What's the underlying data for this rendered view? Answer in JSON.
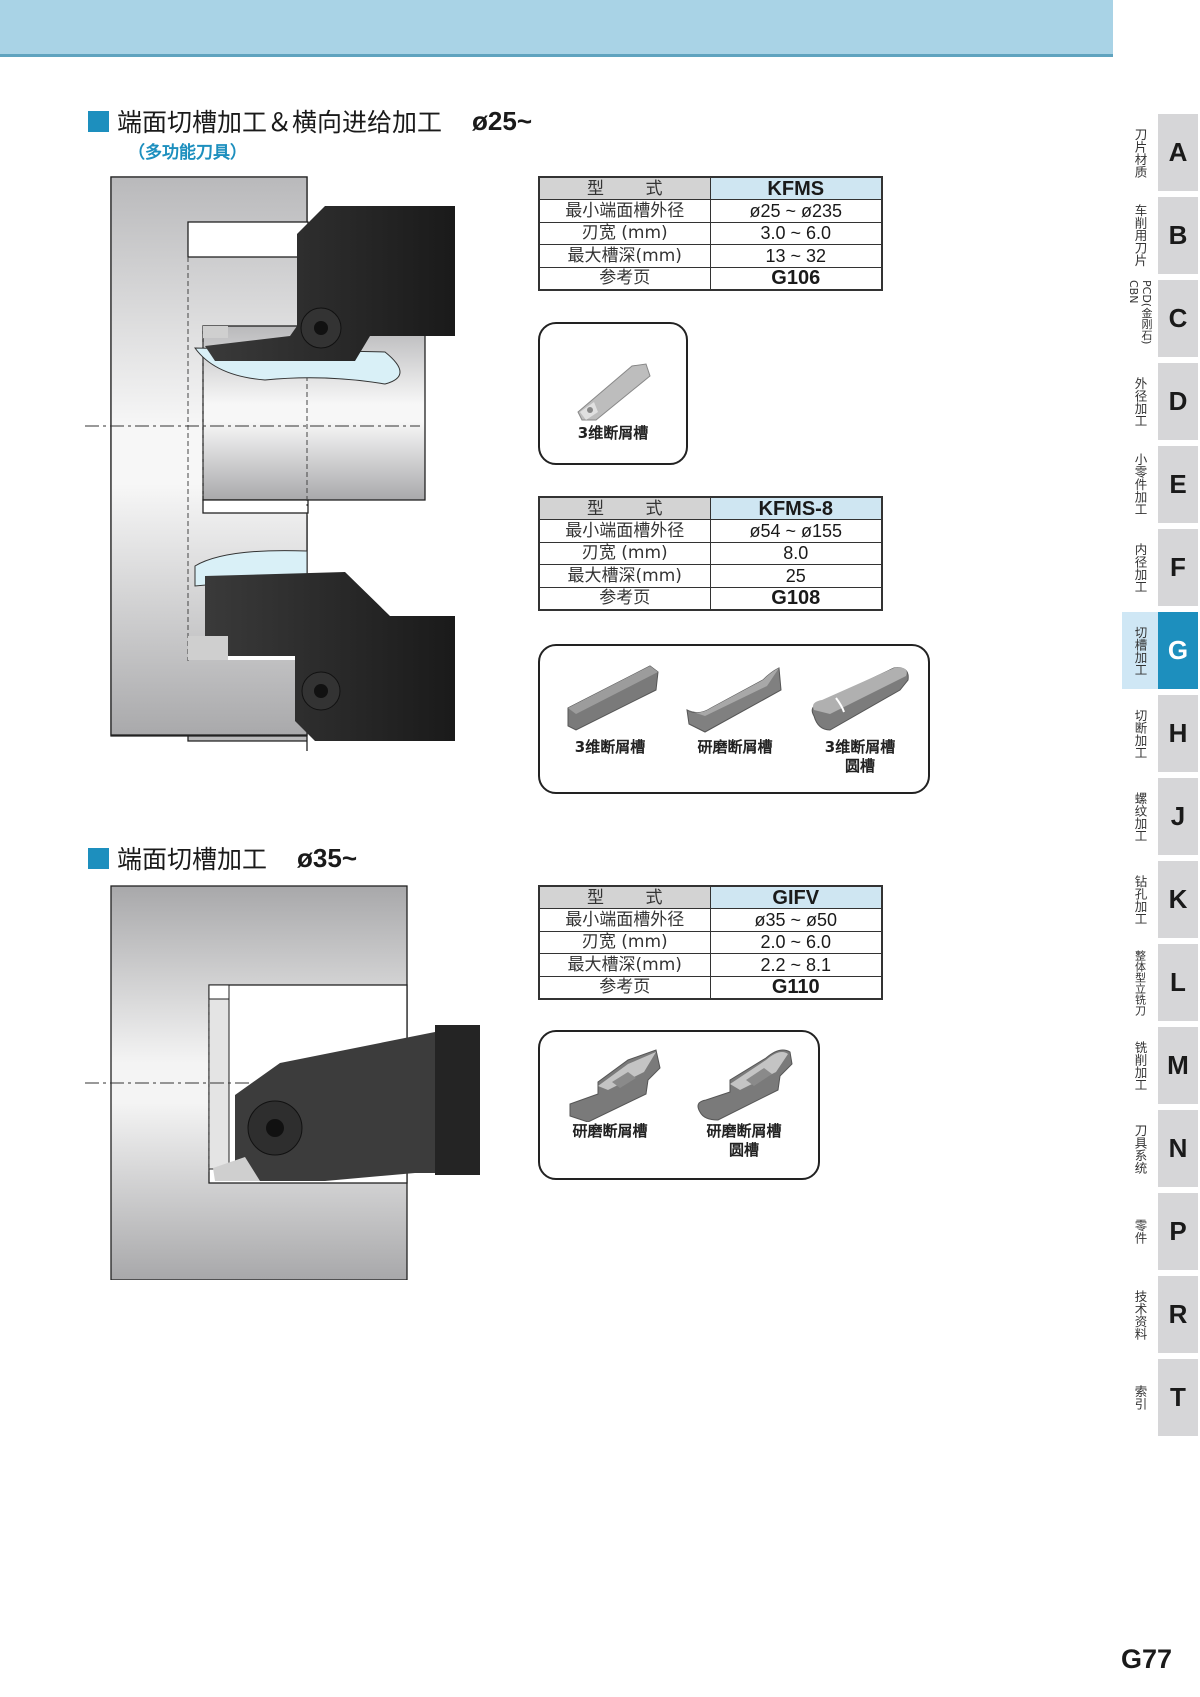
{
  "header": {
    "banner_color": "#a9d3e6"
  },
  "section1": {
    "title": "端面切槽加工＆横向进给加工",
    "diameter": "ø25~",
    "subtitle": "（多功能刀具）",
    "tables": [
      {
        "header_label": "型 式",
        "model": "KFMS",
        "rows": [
          {
            "label": "最小端面槽外径",
            "value": "ø25 ~ ø235"
          },
          {
            "label": "刃宽 (mm)",
            "value": "3.0 ~ 6.0"
          },
          {
            "label": "最大槽深(mm)",
            "value": "13 ~ 32"
          },
          {
            "label": "参考页",
            "value": "G106"
          }
        ],
        "inserts": [
          {
            "caption": "3维断屑槽",
            "caption2": ""
          }
        ]
      },
      {
        "header_label": "型 式",
        "model": "KFMS-8",
        "rows": [
          {
            "label": "最小端面槽外径",
            "value": "ø54 ~ ø155"
          },
          {
            "label": "刃宽 (mm)",
            "value": "8.0"
          },
          {
            "label": "最大槽深(mm)",
            "value": "25"
          },
          {
            "label": "参考页",
            "value": "G108"
          }
        ],
        "inserts": [
          {
            "caption": "3维断屑槽",
            "caption2": ""
          },
          {
            "caption": "研磨断屑槽",
            "caption2": ""
          },
          {
            "caption": "3维断屑槽",
            "caption2": "圆槽"
          }
        ]
      }
    ]
  },
  "section2": {
    "title": "端面切槽加工",
    "diameter": "ø35~",
    "tables": [
      {
        "header_label": "型 式",
        "model": "GIFV",
        "rows": [
          {
            "label": "最小端面槽外径",
            "value": "ø35 ~ ø50"
          },
          {
            "label": "刃宽 (mm)",
            "value": "2.0 ~ 6.0"
          },
          {
            "label": "最大槽深(mm)",
            "value": "2.2 ~ 8.1"
          },
          {
            "label": "参考页",
            "value": "G110"
          }
        ],
        "inserts": [
          {
            "caption": "研磨断屑槽",
            "caption2": ""
          },
          {
            "caption": "研磨断屑槽",
            "caption2": "圆槽"
          }
        ]
      }
    ]
  },
  "sidebar": {
    "active_color": "#1d8fbe",
    "tabs": [
      {
        "letter": "A",
        "label": "刀片材质"
      },
      {
        "letter": "B",
        "label": "车削用刀片"
      },
      {
        "letter": "C",
        "label": "PCD(金刚石) CBN"
      },
      {
        "letter": "D",
        "label": "外径加工"
      },
      {
        "letter": "E",
        "label": "小零件加工"
      },
      {
        "letter": "F",
        "label": "内径加工"
      },
      {
        "letter": "G",
        "label": "切槽加工",
        "active": true
      },
      {
        "letter": "H",
        "label": "切断加工"
      },
      {
        "letter": "J",
        "label": "螺纹加工"
      },
      {
        "letter": "K",
        "label": "钻孔加工"
      },
      {
        "letter": "L",
        "label": "整体型立铣刀"
      },
      {
        "letter": "M",
        "label": "铣削加工"
      },
      {
        "letter": "N",
        "label": "刀具系统"
      },
      {
        "letter": "P",
        "label": "零件"
      },
      {
        "letter": "R",
        "label": "技术资料"
      },
      {
        "letter": "T",
        "label": "索引"
      }
    ]
  },
  "footer": {
    "page_number": "G77"
  }
}
